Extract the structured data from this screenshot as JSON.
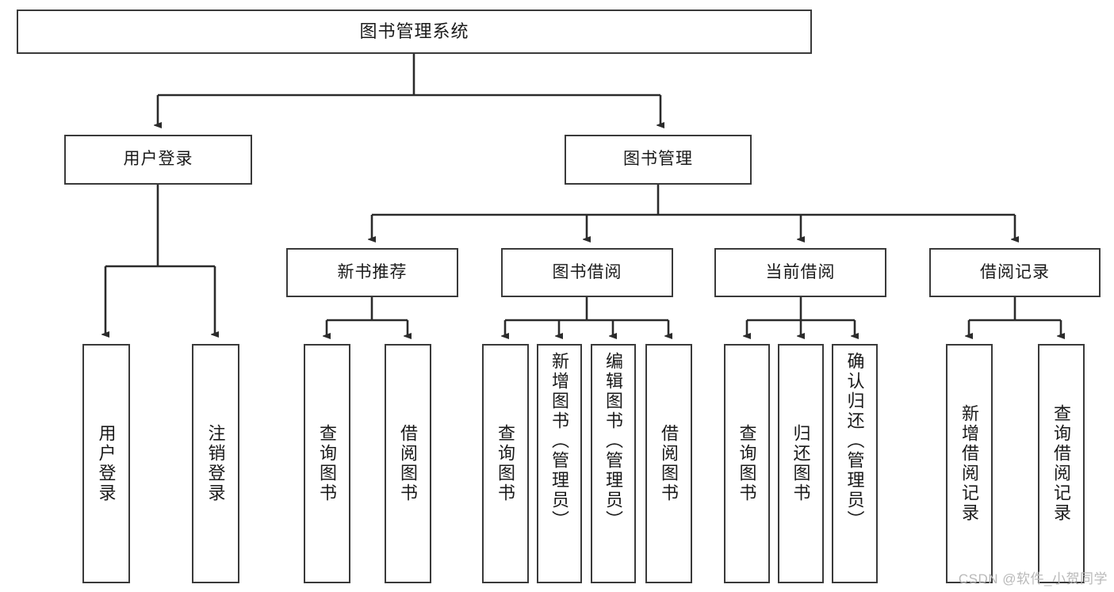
{
  "diagram": {
    "title": "图书管理系统",
    "type": "tree-hierarchy-diagram",
    "watermark": "CSDN @软件_小贺同学",
    "colors": {
      "box_border": "#3a3a3a",
      "box_fill": "#ffffff",
      "connector": "#2b2b2b",
      "text": "#1a1a1a",
      "watermark": "#b9b9b9"
    }
  },
  "nodes": {
    "root": {
      "label": "图书管理系统"
    },
    "level2": [
      {
        "id": "user-login",
        "label": "用户登录"
      },
      {
        "id": "book-management",
        "label": "图书管理"
      }
    ],
    "level3": [
      {
        "id": "new-book-recommend",
        "label": "新书推荐"
      },
      {
        "id": "book-borrow",
        "label": "图书借阅"
      },
      {
        "id": "current-borrow",
        "label": "当前借阅"
      },
      {
        "id": "borrow-record",
        "label": "借阅记录"
      }
    ],
    "leaves": [
      {
        "id": "leaf-user-login",
        "label": "用户登录"
      },
      {
        "id": "leaf-logout-login",
        "label": "注销登录"
      },
      {
        "id": "leaf-query-book-1",
        "label": "查询图书"
      },
      {
        "id": "leaf-borrow-book-1",
        "label": "借阅图书"
      },
      {
        "id": "leaf-query-book-2",
        "label": "查询图书"
      },
      {
        "id": "leaf-add-book",
        "label": "新增图书（管理员）"
      },
      {
        "id": "leaf-edit-book",
        "label": "编辑图书（管理员）"
      },
      {
        "id": "leaf-borrow-book-2",
        "label": "借阅图书"
      },
      {
        "id": "leaf-query-book-3",
        "label": "查询图书"
      },
      {
        "id": "leaf-return-book",
        "label": "归还图书"
      },
      {
        "id": "leaf-confirm-return",
        "label": "确认归还（管理员）"
      },
      {
        "id": "leaf-add-borrow-record",
        "label": "新增借阅记录"
      },
      {
        "id": "leaf-query-borrow-record",
        "label": "查询借阅记录"
      }
    ]
  }
}
